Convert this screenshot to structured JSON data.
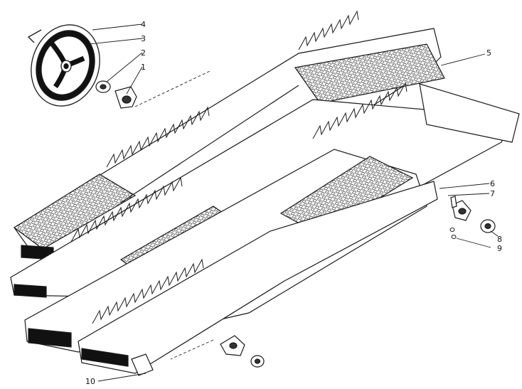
{
  "diagram": {
    "callouts": [
      {
        "id": "c1",
        "label": "1"
      },
      {
        "id": "c2",
        "label": "2"
      },
      {
        "id": "c3",
        "label": "3"
      },
      {
        "id": "c4",
        "label": "4"
      },
      {
        "id": "c5",
        "label": "5"
      },
      {
        "id": "c6",
        "label": "6"
      },
      {
        "id": "c7",
        "label": "7"
      },
      {
        "id": "c8",
        "label": "8"
      },
      {
        "id": "c9",
        "label": "9"
      },
      {
        "id": "c10",
        "label": "10"
      }
    ],
    "colors": {
      "line": "#1a1a1a",
      "paper": "#ffffff",
      "watermark": "#dcdcdc"
    }
  }
}
